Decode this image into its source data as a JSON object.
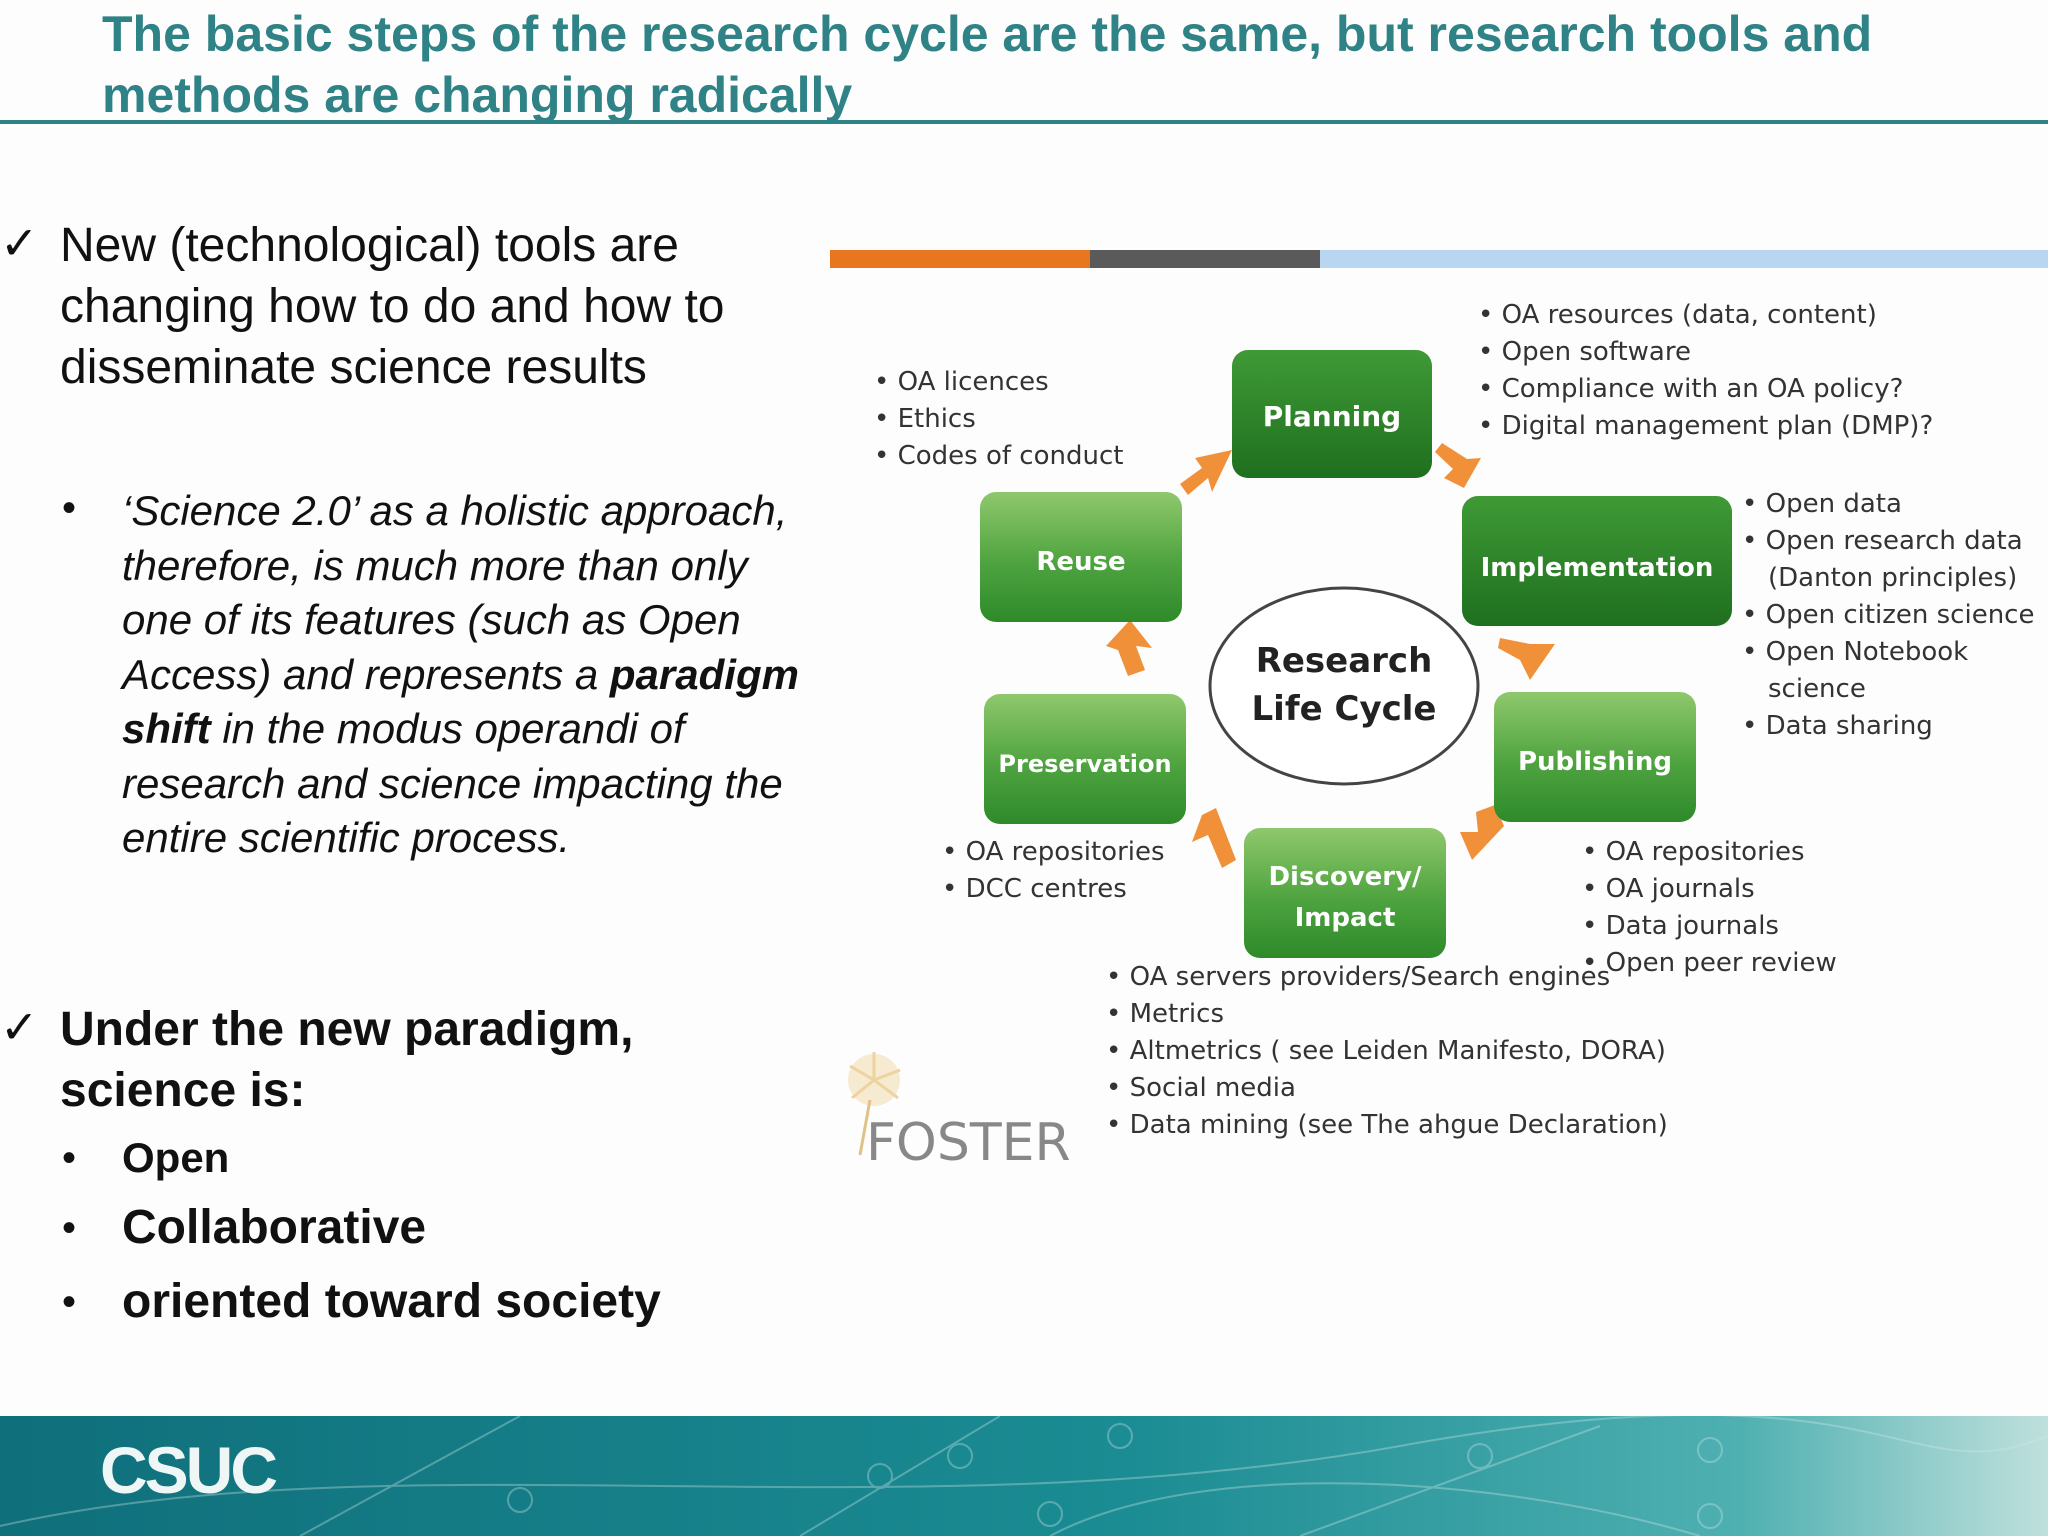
{
  "title": "The basic steps of the research cycle are the same, but research tools and methods are changing radically",
  "point1": {
    "check": "✓",
    "lines": [
      "New (technological) tools are",
      "changing how to do and how to",
      "disseminate science results"
    ]
  },
  "subpoint": {
    "bullet": "•",
    "part1": "‘Science 2.0’ as a holistic approach, therefore, is much more than only one of its features (such as Open Access) and represents a ",
    "bold": "paradigm shift",
    "part2": " in the modus operandi of research and science impacting the entire scientific process."
  },
  "point2": {
    "check": "✓",
    "lines": [
      "Under the new paradigm,",
      "science is:"
    ],
    "items": [
      "Open",
      "Collaborative",
      "oriented toward society"
    ]
  },
  "diagram": {
    "center": [
      "Research",
      "Life Cycle"
    ],
    "stages": {
      "planning": [
        "Planning"
      ],
      "implementation": [
        "Implementation"
      ],
      "publishing": [
        "Publishing"
      ],
      "discovery": [
        "Discovery/",
        "Impact"
      ],
      "preservation": [
        "Preservation"
      ],
      "reuse": [
        "Reuse"
      ]
    },
    "notes": {
      "planning": [
        "OA resources (data, content)",
        "Open software",
        "Compliance with an OA policy?",
        "Digital management plan (DMP)?"
      ],
      "reuse": [
        "OA licences",
        "Ethics",
        "Codes of conduct"
      ],
      "implementation": [
        "Open data",
        "Open research data",
        "(Danton principles)",
        "Open citizen science",
        "Open Notebook",
        "science",
        "Data sharing"
      ],
      "preservation": [
        "OA repositories",
        "DCC centres"
      ],
      "publishing": [
        "OA repositories",
        "OA journals",
        "Data journals",
        "Open peer review"
      ],
      "discovery": [
        "OA servers providers/Search engines",
        "Metrics",
        "Altmetrics ( see Leiden Manifesto, DORA)",
        "Social media",
        "Data mining (see The ahgue Declaration)"
      ]
    },
    "logo": "FOSTER",
    "colors": {
      "node_top": "#8fc86d",
      "node_bottom": "#2e8a2a",
      "arrow": "#f0913a",
      "bar_orange": "#e8761f",
      "bar_gray": "#5a5a5a",
      "bar_blue": "#b8d6f0"
    }
  },
  "footer": {
    "logo": "CSUC"
  }
}
